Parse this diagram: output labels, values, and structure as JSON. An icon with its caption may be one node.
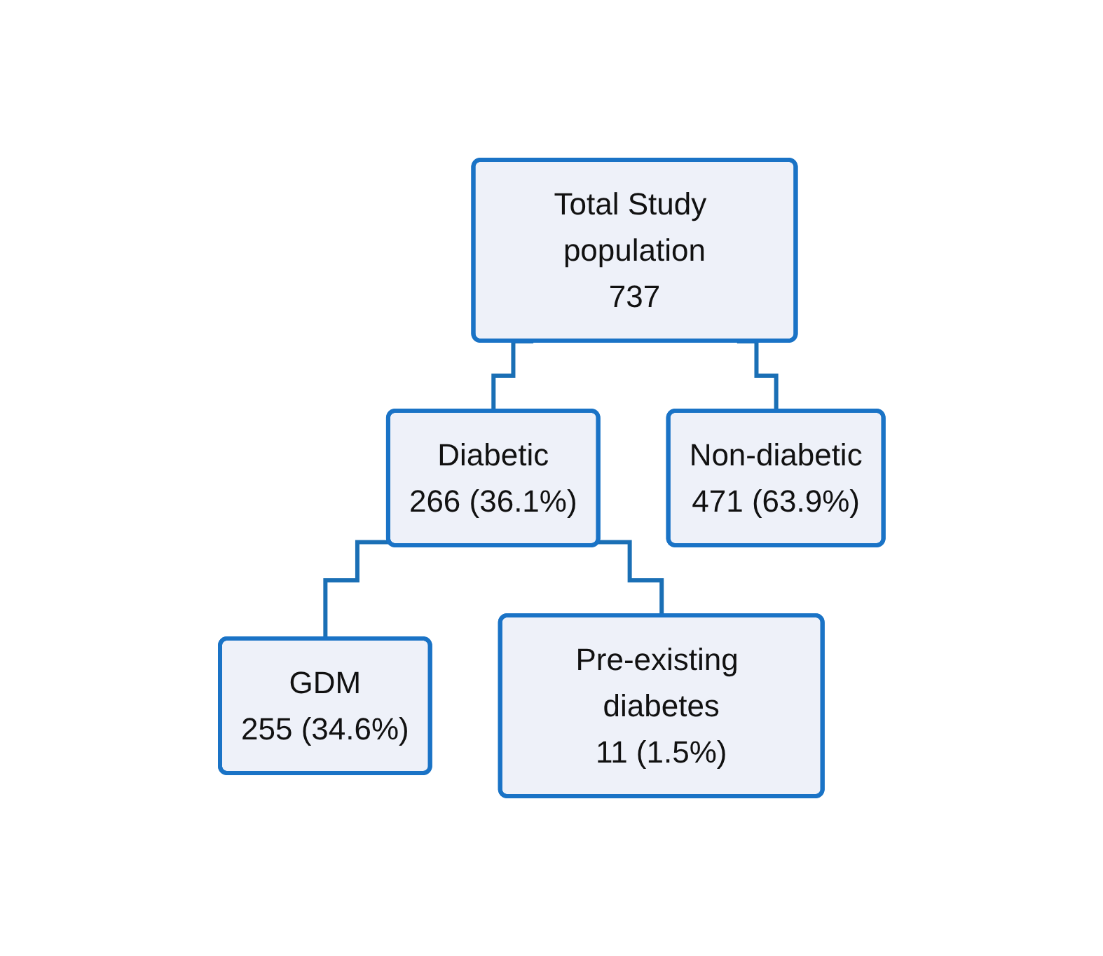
{
  "diagram": {
    "nodes": [
      {
        "text": [
          "Total Study population",
          "737"
        ]
      },
      {
        "text": [
          "Diabetic",
          "266 (36.1%)"
        ]
      },
      {
        "text": [
          "Non-diabetic",
          "471 (63.9%)"
        ]
      },
      {
        "text": [
          "GDM",
          "255 (34.6%)"
        ]
      },
      {
        "text": [
          "Pre-existing diabetes",
          "11 (1.5%)"
        ]
      }
    ],
    "edges": [
      {
        "from": 0,
        "to": 1,
        "arrow": "none"
      },
      {
        "from": 0,
        "to": 2,
        "arrow": "none"
      },
      {
        "from": 1,
        "to": 3,
        "arrow": "none"
      },
      {
        "from": 1,
        "to": 4,
        "arrow": "none"
      }
    ]
  }
}
